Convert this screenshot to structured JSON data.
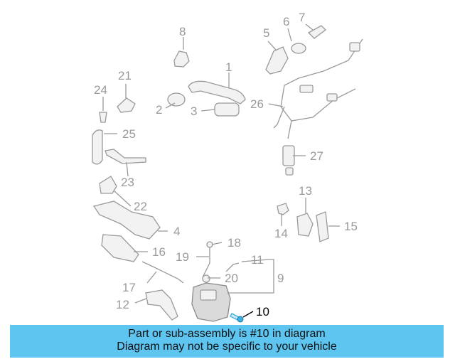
{
  "diagram": {
    "highlight_color": "#3ab0e0",
    "callouts": [
      {
        "id": "c1",
        "label": "1"
      },
      {
        "id": "c2",
        "label": "2"
      },
      {
        "id": "c3",
        "label": "3"
      },
      {
        "id": "c4",
        "label": "4"
      },
      {
        "id": "c5",
        "label": "5"
      },
      {
        "id": "c6",
        "label": "6"
      },
      {
        "id": "c7",
        "label": "7"
      },
      {
        "id": "c8",
        "label": "8"
      },
      {
        "id": "c9",
        "label": "9"
      },
      {
        "id": "c10",
        "label": "10",
        "highlighted": true
      },
      {
        "id": "c11",
        "label": "11"
      },
      {
        "id": "c12",
        "label": "12"
      },
      {
        "id": "c13",
        "label": "13"
      },
      {
        "id": "c14",
        "label": "14"
      },
      {
        "id": "c15",
        "label": "15"
      },
      {
        "id": "c16",
        "label": "16"
      },
      {
        "id": "c17",
        "label": "17"
      },
      {
        "id": "c18",
        "label": "18"
      },
      {
        "id": "c19",
        "label": "19"
      },
      {
        "id": "c20",
        "label": "20"
      },
      {
        "id": "c21",
        "label": "21"
      },
      {
        "id": "c22",
        "label": "22"
      },
      {
        "id": "c23",
        "label": "23"
      },
      {
        "id": "c24",
        "label": "24"
      },
      {
        "id": "c25",
        "label": "25"
      },
      {
        "id": "c26",
        "label": "26"
      },
      {
        "id": "c27",
        "label": "27"
      }
    ]
  },
  "banner": {
    "line1": "Part or sub-assembly is #10 in diagram",
    "line2": "Diagram may not be specific to your vehicle",
    "bg_color": "#5ec5f0"
  }
}
